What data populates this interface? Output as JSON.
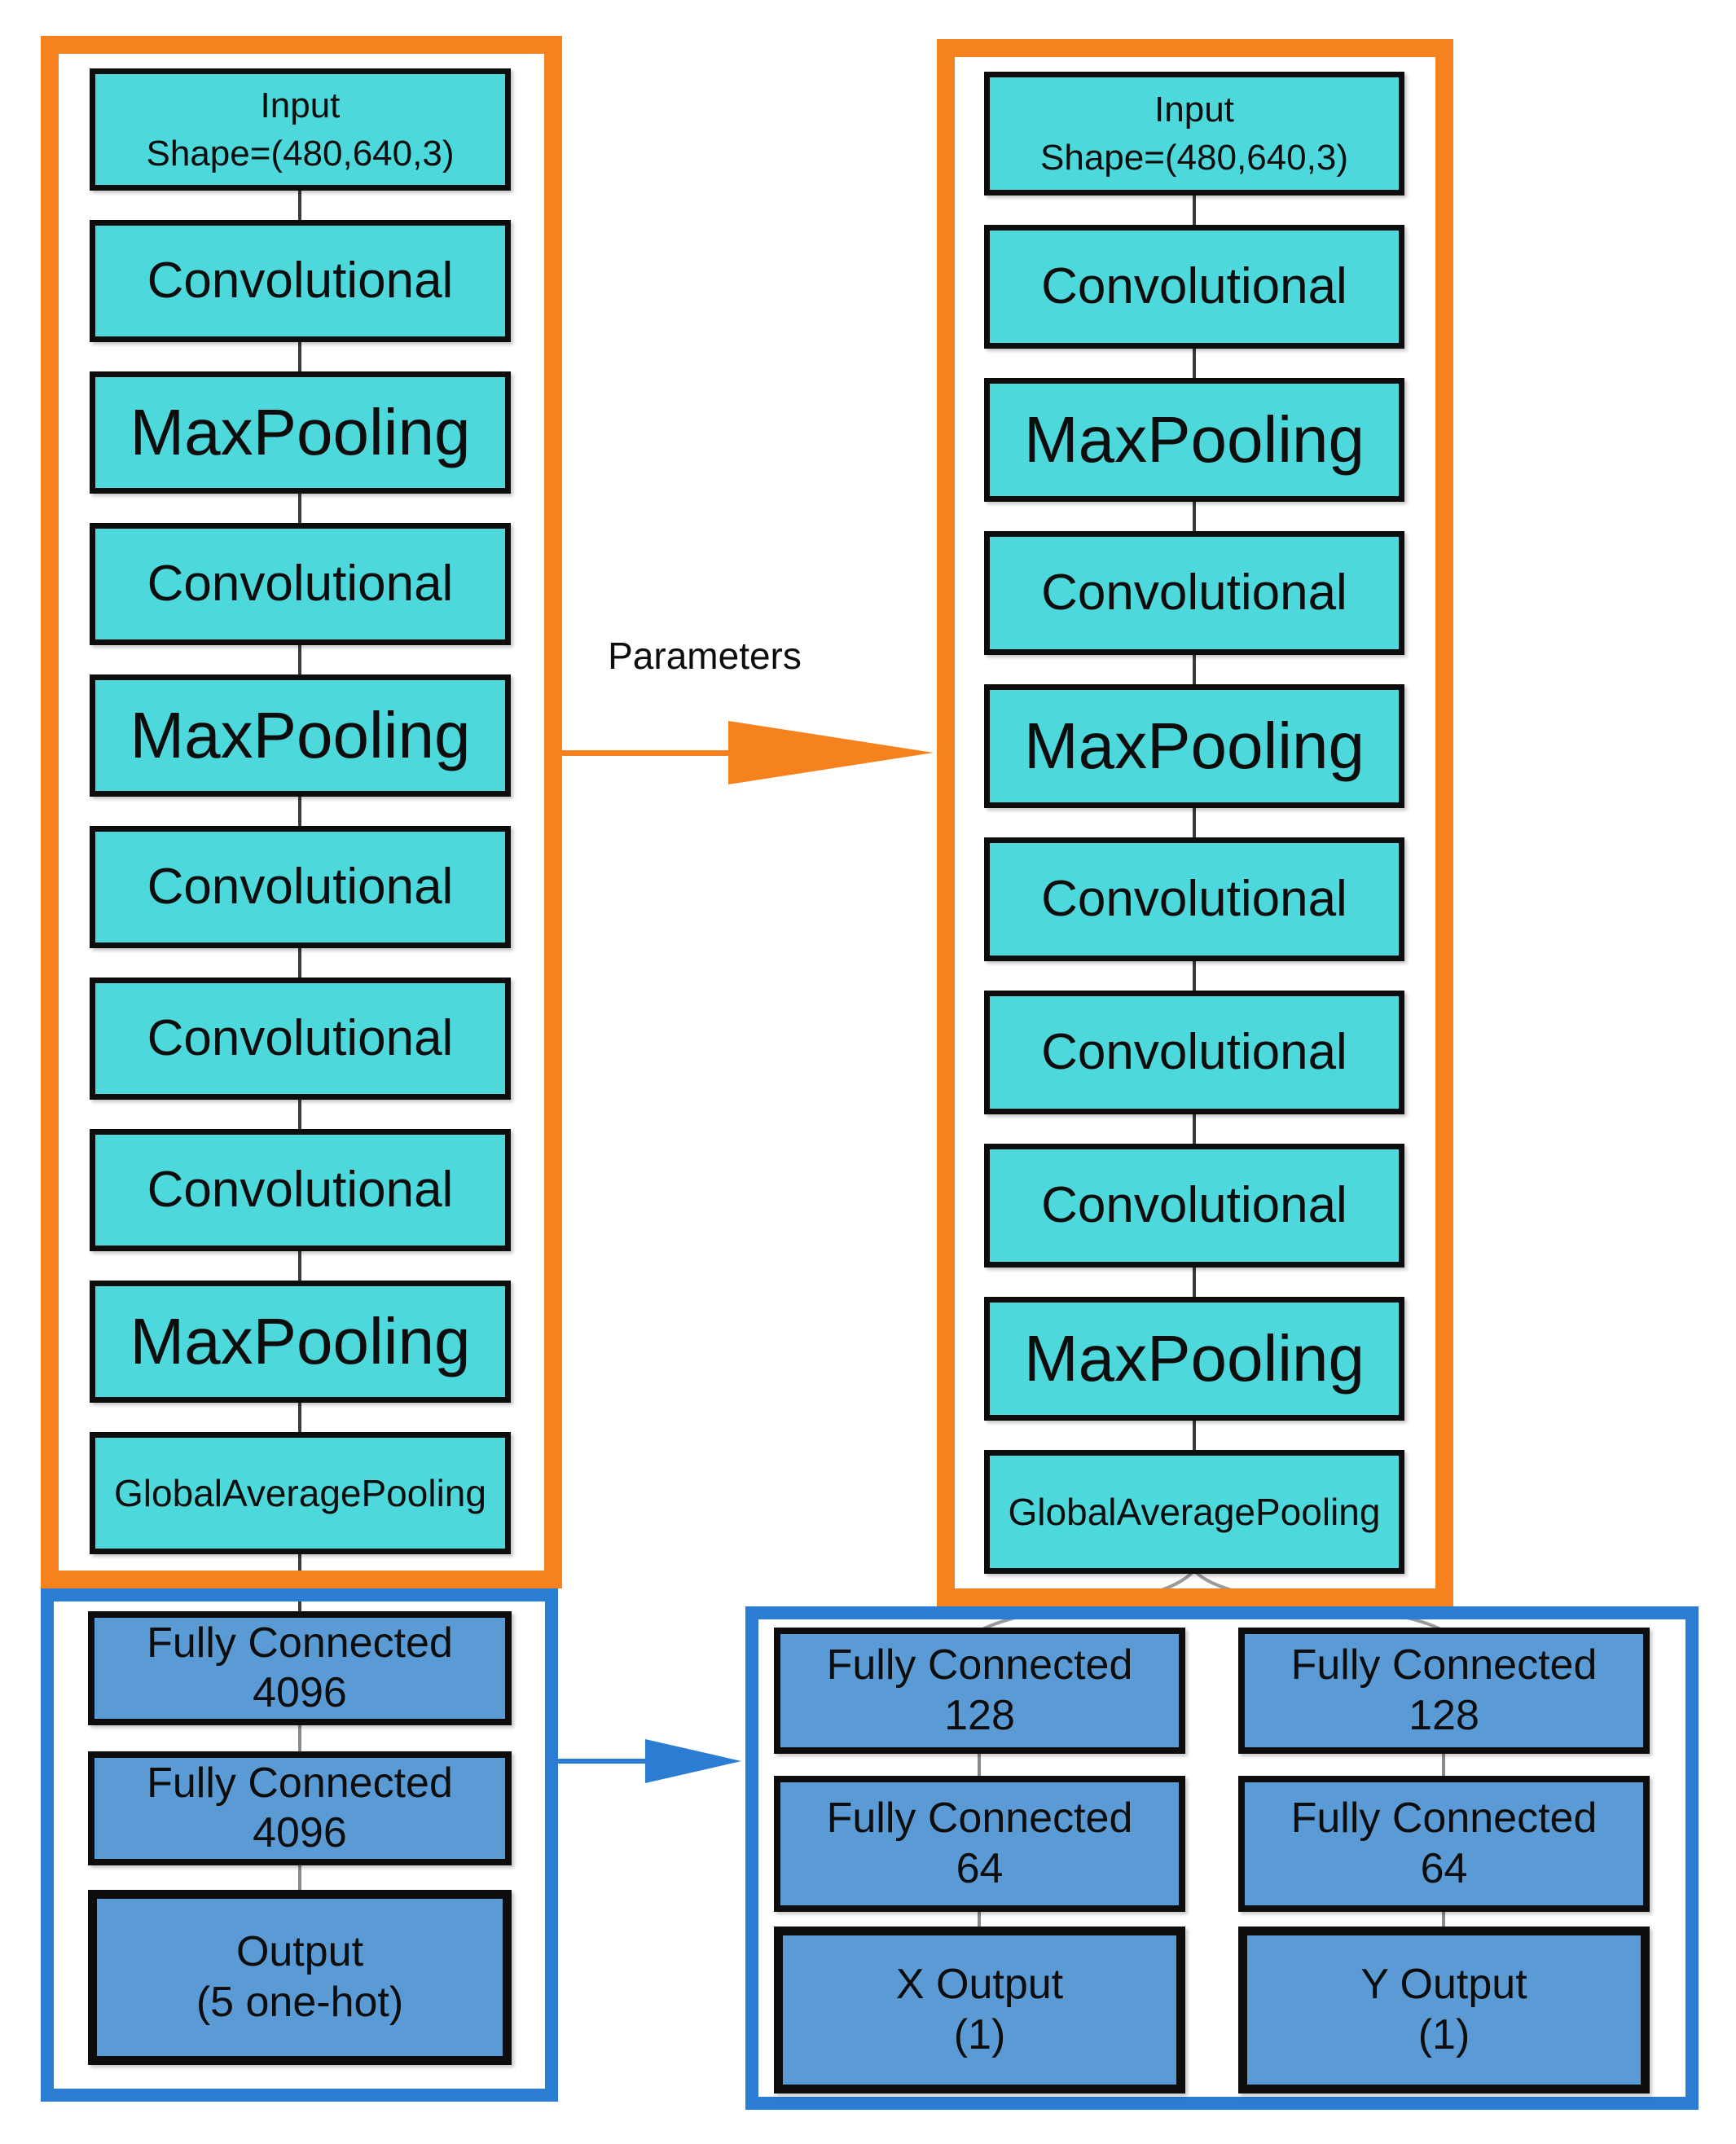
{
  "colors": {
    "cyan": "#4dd8dc",
    "layer-blue": "#5b9bd5",
    "orange": "#f5821e",
    "accent-blue": "#2b7cd3"
  },
  "parameters_label": "Parameters",
  "left_model": {
    "backbone": [
      "Input\nShape=(480,640,3)",
      "Convolutional",
      "MaxPooling",
      "Convolutional",
      "MaxPooling",
      "Convolutional",
      "Convolutional",
      "Convolutional",
      "MaxPooling",
      "GlobalAveragePooling"
    ],
    "head": [
      "Fully Connected\n4096",
      "Fully Connected\n4096",
      "Output\n(5 one-hot)"
    ]
  },
  "right_model": {
    "backbone": [
      "Input\nShape=(480,640,3)",
      "Convolutional",
      "MaxPooling",
      "Convolutional",
      "MaxPooling",
      "Convolutional",
      "Convolutional",
      "Convolutional",
      "MaxPooling",
      "GlobalAveragePooling"
    ],
    "head_x": [
      "Fully Connected\n128",
      "Fully Connected\n64",
      "X Output\n(1)"
    ],
    "head_y": [
      "Fully Connected\n128",
      "Fully Connected\n64",
      "Y Output\n(1)"
    ]
  }
}
